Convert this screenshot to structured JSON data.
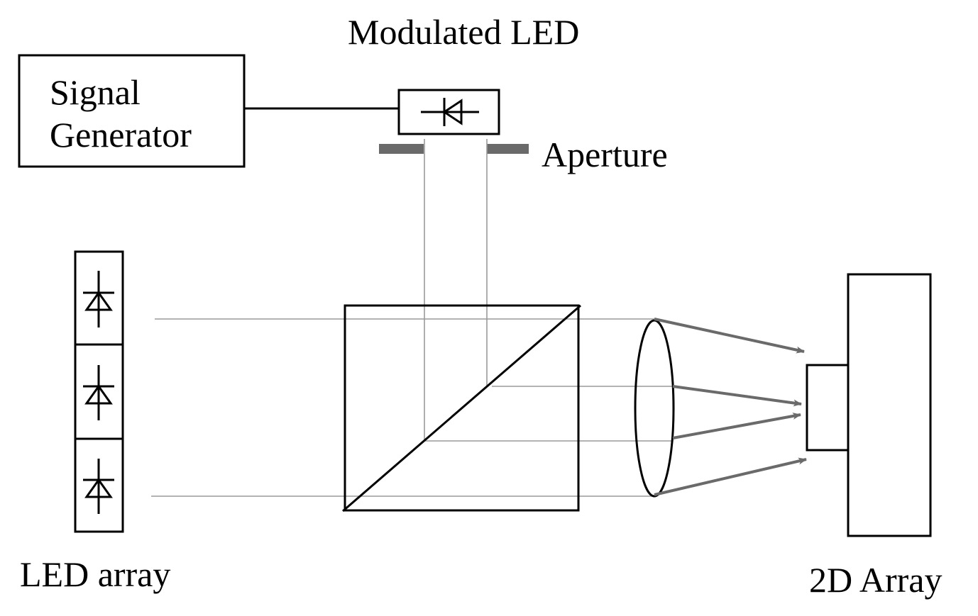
{
  "labels": {
    "modulated_led": "Modulated LED",
    "signal_generator_line1": "Signal",
    "signal_generator_line2": "Generator",
    "aperture": "Aperture",
    "led_array": "LED array",
    "array_2d": "2D Array"
  },
  "colors": {
    "stroke": "#000000",
    "beam": "#9a9a9a",
    "arrow": "#6a6a6a",
    "aperture": "#6a6a6a",
    "background": "#ffffff"
  },
  "components": [
    "signal-generator",
    "modulated-led",
    "aperture",
    "led-array",
    "beam-splitter-cube",
    "lens",
    "2d-array-detector"
  ]
}
